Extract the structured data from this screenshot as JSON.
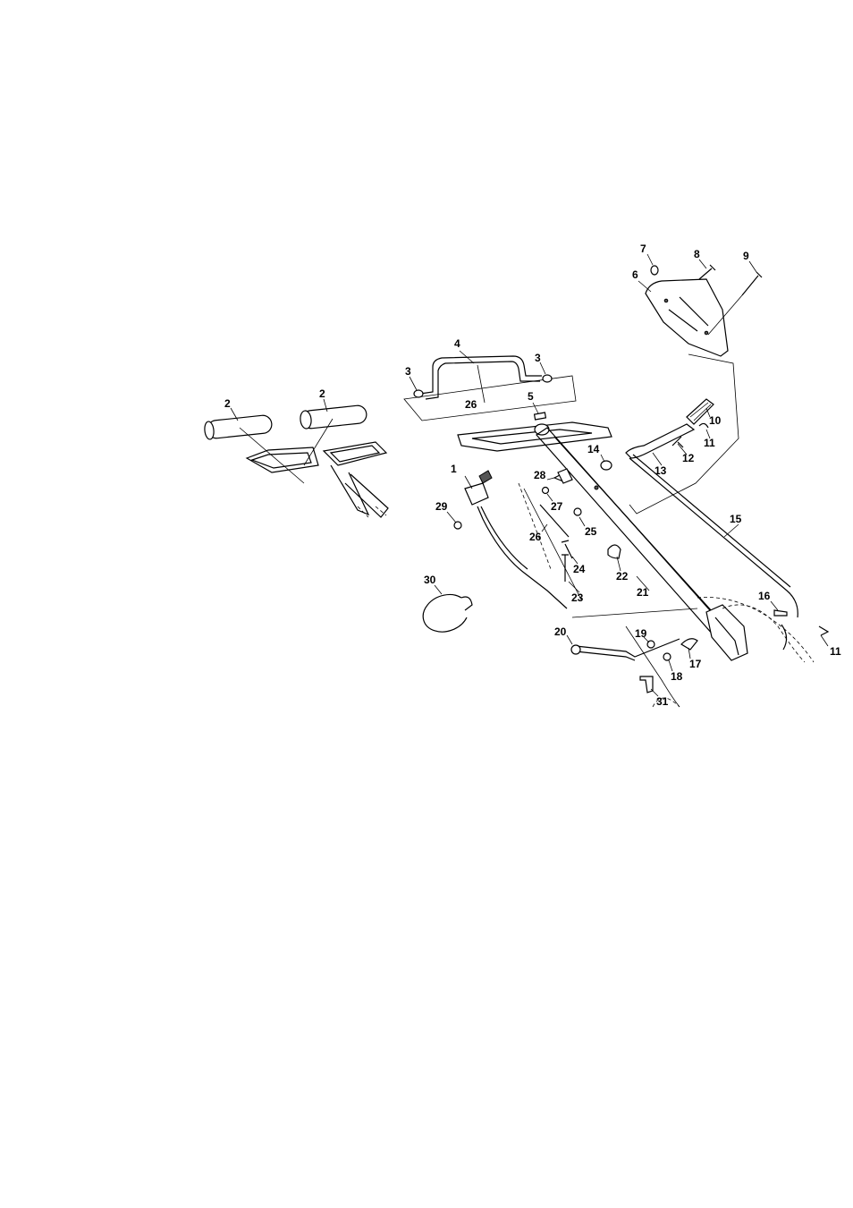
{
  "callouts": [
    {
      "id": "c1",
      "text": "1"
    },
    {
      "id": "c2a",
      "text": "2"
    },
    {
      "id": "c2b",
      "text": "2"
    },
    {
      "id": "c3a",
      "text": "3"
    },
    {
      "id": "c3b",
      "text": "3"
    },
    {
      "id": "c4",
      "text": "4"
    },
    {
      "id": "c5",
      "text": "5"
    },
    {
      "id": "c6",
      "text": "6"
    },
    {
      "id": "c7",
      "text": "7"
    },
    {
      "id": "c8",
      "text": "8"
    },
    {
      "id": "c9",
      "text": "9"
    },
    {
      "id": "c10",
      "text": "10"
    },
    {
      "id": "c11a",
      "text": "11"
    },
    {
      "id": "c11b",
      "text": "11"
    },
    {
      "id": "c12",
      "text": "12"
    },
    {
      "id": "c13",
      "text": "13"
    },
    {
      "id": "c14",
      "text": "14"
    },
    {
      "id": "c15",
      "text": "15"
    },
    {
      "id": "c16",
      "text": "16"
    },
    {
      "id": "c17",
      "text": "17"
    },
    {
      "id": "c18",
      "text": "18"
    },
    {
      "id": "c19",
      "text": "19"
    },
    {
      "id": "c20",
      "text": "20"
    },
    {
      "id": "c21",
      "text": "21"
    },
    {
      "id": "c22",
      "text": "22"
    },
    {
      "id": "c23",
      "text": "23"
    },
    {
      "id": "c24",
      "text": "24"
    },
    {
      "id": "c25",
      "text": "25"
    },
    {
      "id": "c26a",
      "text": "26"
    },
    {
      "id": "c26b",
      "text": "26"
    },
    {
      "id": "c27",
      "text": "27"
    },
    {
      "id": "c28",
      "text": "28"
    },
    {
      "id": "c29",
      "text": "29"
    },
    {
      "id": "c30",
      "text": "30"
    },
    {
      "id": "c31",
      "text": "31"
    }
  ]
}
